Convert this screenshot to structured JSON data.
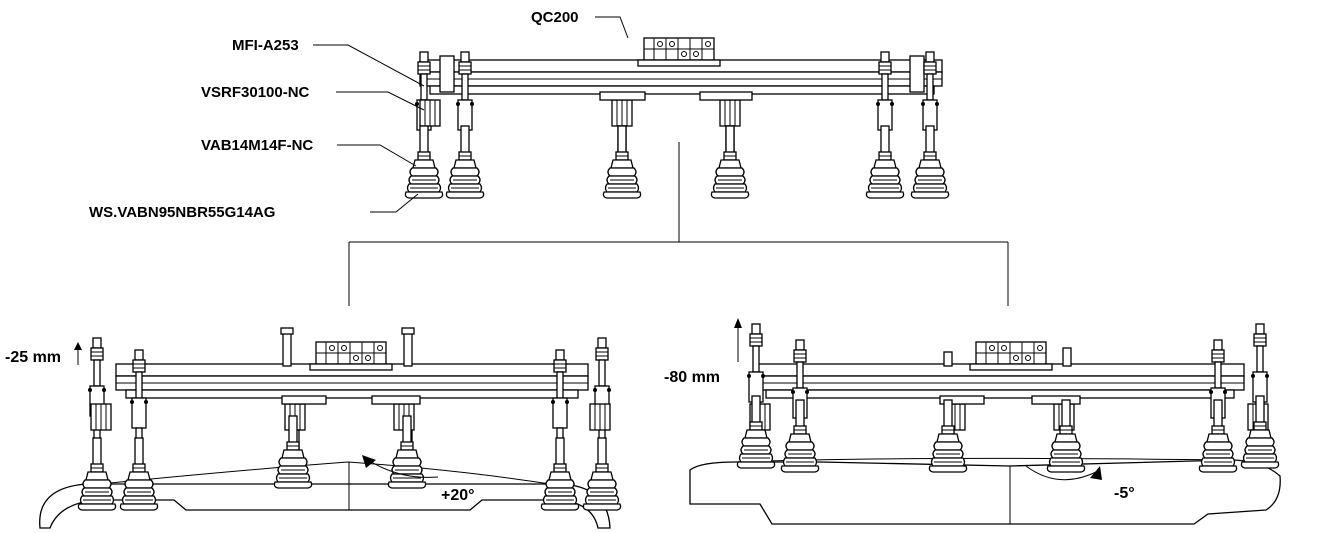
{
  "labels": {
    "qc200": "QC200",
    "mfi": "MFI-A253",
    "vsrf": "VSRF30100-NC",
    "vab": "VAB14M14F-NC",
    "ws": "WS.VABN95NBR55G14AG"
  },
  "left_config": {
    "offset": "-25 mm",
    "angle": "+20°"
  },
  "right_config": {
    "offset": "-80 mm",
    "angle": "-5°"
  }
}
